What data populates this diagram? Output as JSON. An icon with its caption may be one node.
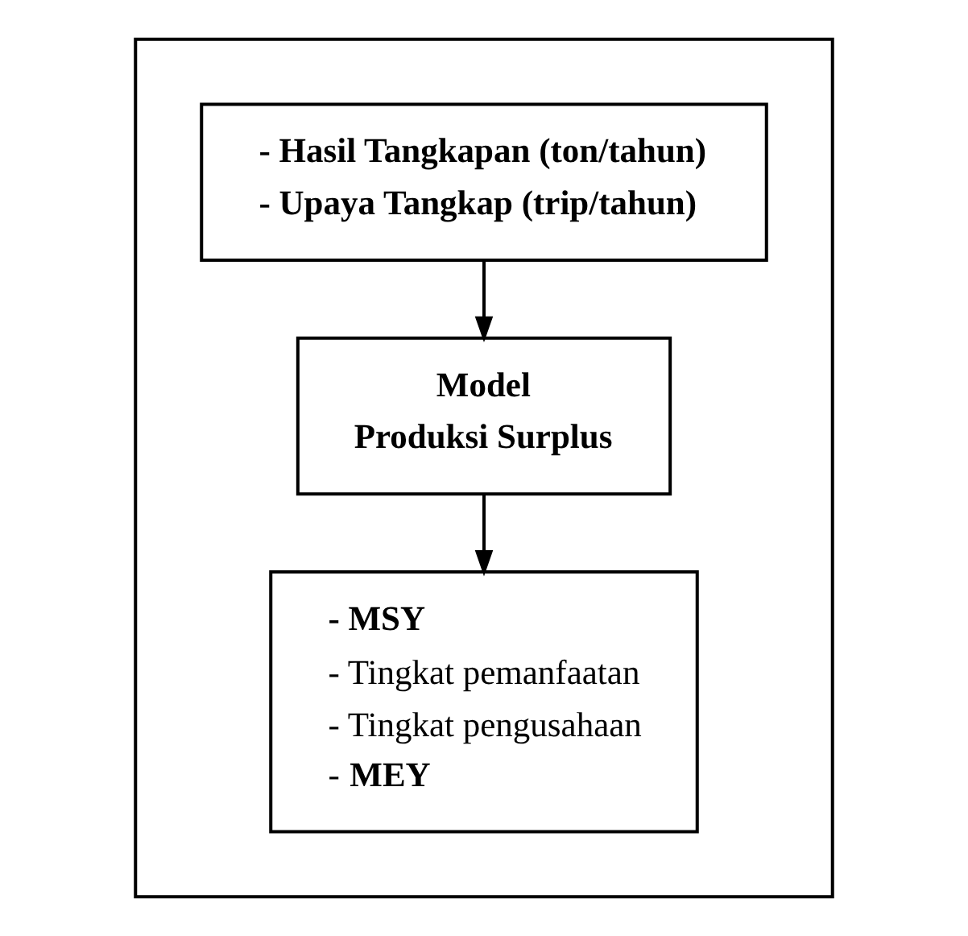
{
  "diagram": {
    "nodes": [
      {
        "text": [],
        "shape": "box"
      },
      {
        "text": [
          "- Hasil Tangkapan (ton/tahun)",
          "- Upaya Tangkap (trip/tahun)"
        ],
        "in": 0
      },
      {
        "text": [
          "Model",
          "Produksi Surplus"
        ],
        "in": 0
      },
      {
        "text": [
          "**- MSY**",
          "- Tingkat pemanfaatan",
          "- Tingkat pengusahaan",
          "- **MEY**"
        ],
        "in": 0
      }
    ],
    "edges": [
      {
        "from": 1,
        "to": 2,
        "arrow": "to"
      },
      {
        "from": 2,
        "to": 3,
        "arrow": "to"
      }
    ]
  }
}
